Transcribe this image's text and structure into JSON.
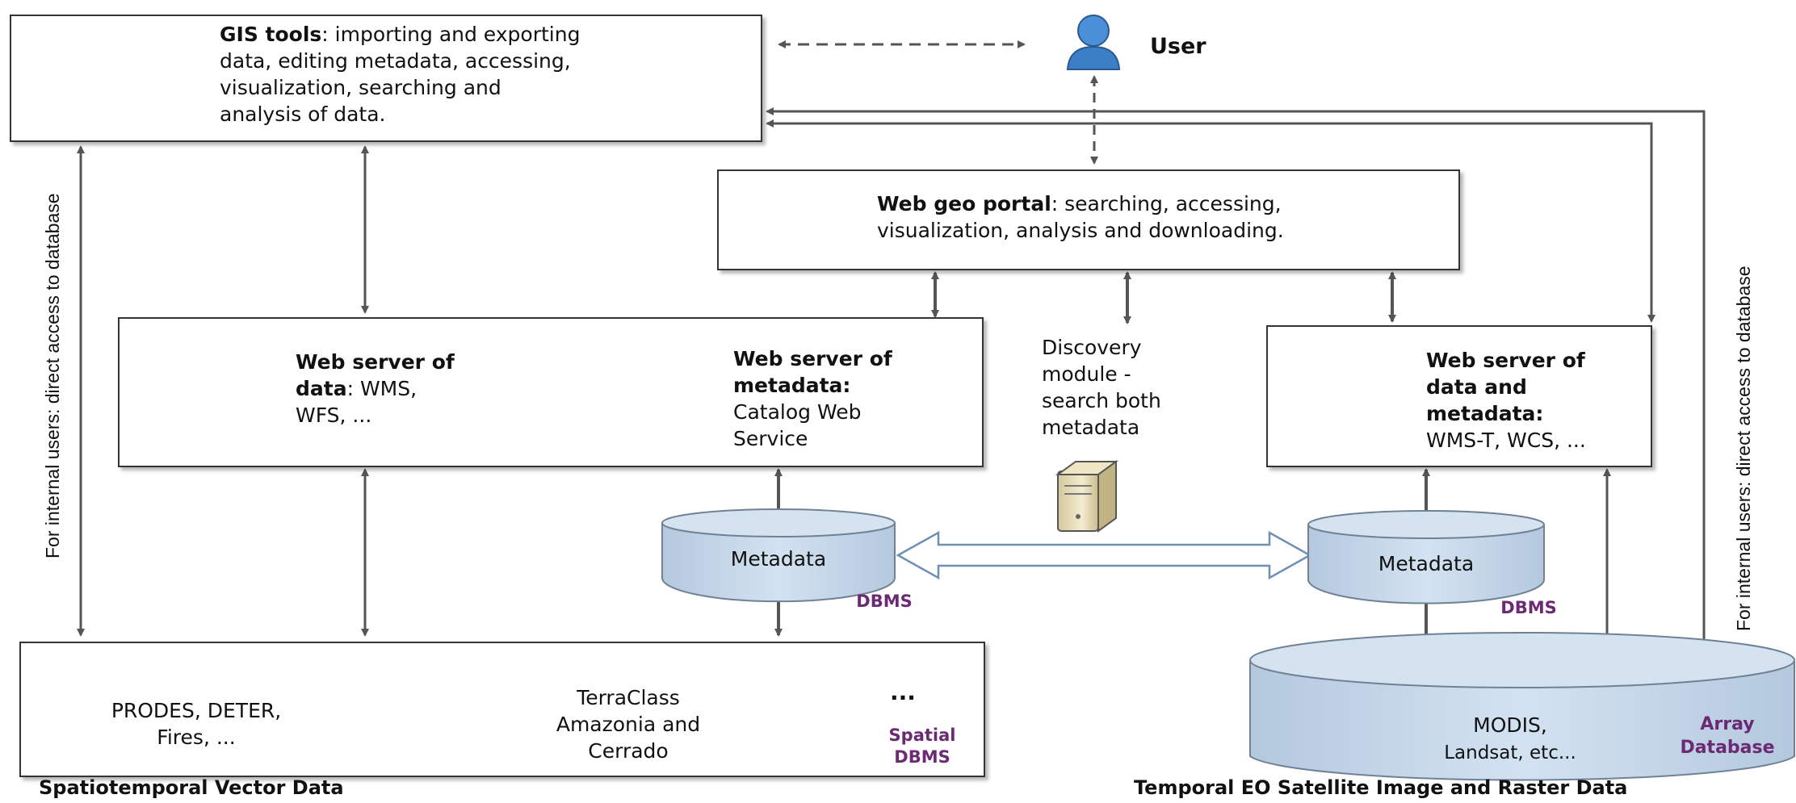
{
  "user": {
    "label": "User"
  },
  "gis_tools": {
    "title": "GIS tools",
    "desc_1": ": importing and exporting",
    "desc_2": "data, editing metadata, accessing,",
    "desc_3": "visualization, searching and",
    "desc_4": "analysis of data."
  },
  "web_geo_portal": {
    "title": "Web geo portal",
    "desc_1": ": searching, accessing,",
    "desc_2": "visualization, analysis and downloading."
  },
  "web_server_data": {
    "title_1": "Web server of",
    "title_2": "data",
    "desc_1": ": WMS,",
    "desc_2": "WFS, ..."
  },
  "web_server_metadata": {
    "title_1": "Web server of",
    "title_2": "metadata:",
    "desc_1": "Catalog Web",
    "desc_2": "Service"
  },
  "discovery": {
    "line_1": "Discovery",
    "line_2": "module -",
    "line_3": "search both",
    "line_4": "metadata"
  },
  "web_server_data_metadata": {
    "title_1": "Web server of",
    "title_2": "data and",
    "title_3": "metadata:",
    "desc_1": "WMS-T, WCS, ..."
  },
  "metadata_left": {
    "label": "Metadata",
    "dbms": "DBMS"
  },
  "metadata_right": {
    "label": "Metadata",
    "dbms": "DBMS"
  },
  "vector_store": {
    "prodes": [
      "PRODES, DETER,",
      "Fires, ..."
    ],
    "terraclass": [
      "TerraClass",
      "Amazonia and",
      "Cerrado"
    ],
    "ellipsis": "...",
    "label_1": "Spatial",
    "label_2": "DBMS"
  },
  "array_db": {
    "line_1": "MODIS,",
    "line_2": "Landsat, etc...",
    "label_1": "Array",
    "label_2": "Database"
  },
  "captions": {
    "left": "Spatiotemporal Vector Data",
    "right": "Temporal EO Satellite Image and Raster Data"
  },
  "side_notes": {
    "left": "For internal users: direct access to database",
    "right": "For internal users: direct access to database"
  },
  "colors": {
    "cylinder": "#c7d8ea",
    "cylinder_edge": "#6f8295",
    "arrow": "#555555",
    "label_purple": "#6b2a73",
    "server": "#e8ddb5"
  }
}
